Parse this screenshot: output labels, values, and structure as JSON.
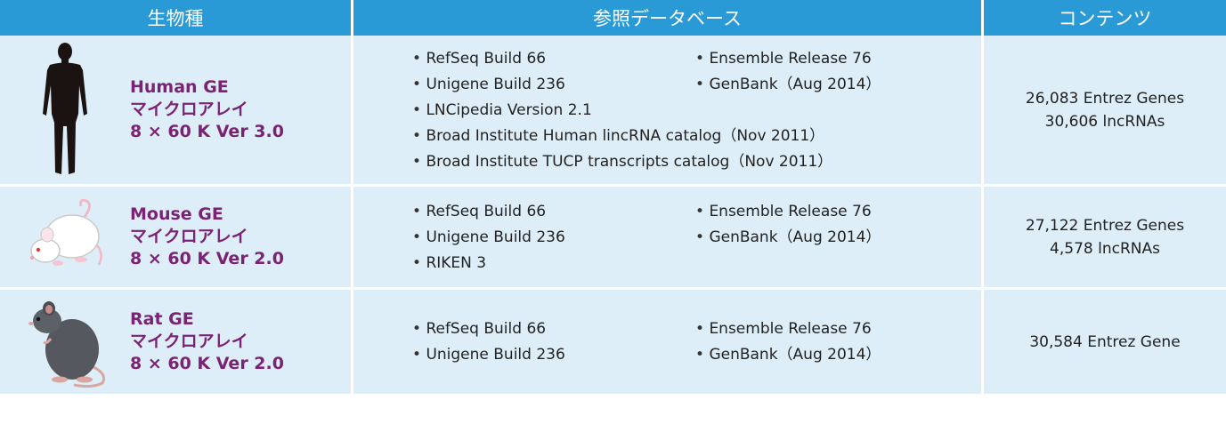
{
  "header": {
    "species": "生物種",
    "database": "参照データベース",
    "contents": "コンテンツ"
  },
  "rows": [
    {
      "name": [
        "Human GE",
        "マイクロアレイ",
        "8 × 60 K Ver 3.0"
      ],
      "refs": [
        "RefSeq Build 66",
        "Ensemble Release 76",
        "Unigene Build 236",
        "GenBank（Aug 2014）",
        "LNCipedia Version 2.1",
        "Broad Institute Human lincRNA catalog（Nov 2011）",
        "Broad Institute TUCP transcripts catalog（Nov 2011）"
      ],
      "contents": [
        "26,083 Entrez Genes",
        "30,606 lncRNAs"
      ]
    },
    {
      "name": [
        "Mouse GE",
        "マイクロアレイ",
        "8 × 60 K Ver 2.0"
      ],
      "refs": [
        "RefSeq Build 66",
        "Ensemble Release 76",
        "Unigene Build 236",
        "GenBank（Aug 2014）",
        "RIKEN 3"
      ],
      "contents": [
        "27,122 Entrez Genes",
        "4,578 lncRNAs"
      ]
    },
    {
      "name": [
        "Rat GE",
        "マイクロアレイ",
        "8 × 60 K Ver 2.0"
      ],
      "refs": [
        "RefSeq Build 66",
        "Ensemble Release 76",
        "Unigene Build 236",
        "GenBank（Aug 2014）"
      ],
      "contents": [
        "30,584 Entrez Gene"
      ]
    }
  ],
  "colors": {
    "header_bg": "#2a9ad6",
    "cell_bg": "#ddeef8",
    "name_color": "#7a2374"
  }
}
